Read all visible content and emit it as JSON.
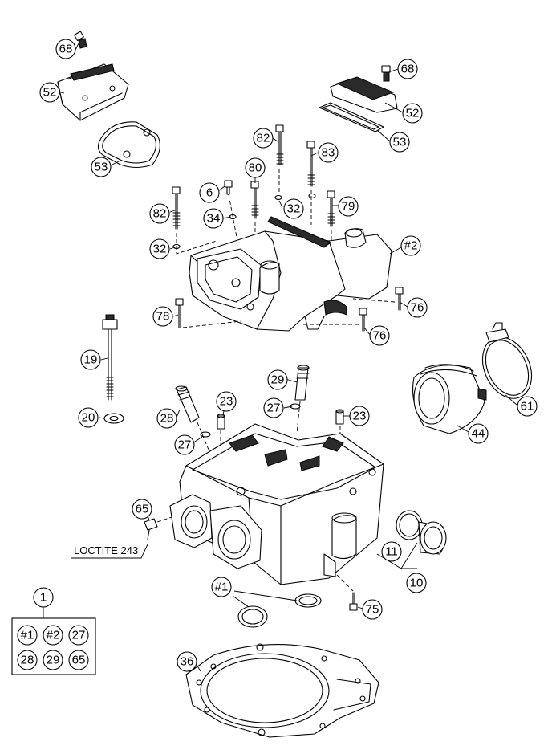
{
  "callouts": [
    {
      "id": "c68a",
      "label": "68"
    },
    {
      "id": "c52a",
      "label": "52"
    },
    {
      "id": "c53a",
      "label": "53"
    },
    {
      "id": "c68b",
      "label": "68"
    },
    {
      "id": "c52b",
      "label": "52"
    },
    {
      "id": "c53b",
      "label": "53"
    },
    {
      "id": "c82a",
      "label": "82"
    },
    {
      "id": "c83",
      "label": "83"
    },
    {
      "id": "c80",
      "label": "80"
    },
    {
      "id": "c6",
      "label": "6"
    },
    {
      "id": "c82b",
      "label": "82"
    },
    {
      "id": "c34",
      "label": "34"
    },
    {
      "id": "c32a",
      "label": "32"
    },
    {
      "id": "c79",
      "label": "79"
    },
    {
      "id": "c32b",
      "label": "32"
    },
    {
      "id": "c2",
      "label": "#2"
    },
    {
      "id": "c78",
      "label": "78"
    },
    {
      "id": "c76a",
      "label": "76"
    },
    {
      "id": "c76b",
      "label": "76"
    },
    {
      "id": "c19",
      "label": "19"
    },
    {
      "id": "c29",
      "label": "29"
    },
    {
      "id": "c61",
      "label": "61"
    },
    {
      "id": "c23a",
      "label": "23"
    },
    {
      "id": "c27a",
      "label": "27"
    },
    {
      "id": "c23b",
      "label": "23"
    },
    {
      "id": "c20",
      "label": "20"
    },
    {
      "id": "c28",
      "label": "28"
    },
    {
      "id": "c27b",
      "label": "27"
    },
    {
      "id": "c44",
      "label": "44"
    },
    {
      "id": "c65",
      "label": "65"
    },
    {
      "id": "c11",
      "label": "11"
    },
    {
      "id": "c10",
      "label": "10"
    },
    {
      "id": "c1",
      "label": "1"
    },
    {
      "id": "c1hash",
      "label": "#1"
    },
    {
      "id": "c75",
      "label": "75"
    },
    {
      "id": "c36",
      "label": "36"
    }
  ],
  "note": {
    "text": "LOCTITE 243"
  },
  "kit_box": {
    "items": [
      "#1",
      "#2",
      "27",
      "28",
      "29",
      "65"
    ]
  }
}
